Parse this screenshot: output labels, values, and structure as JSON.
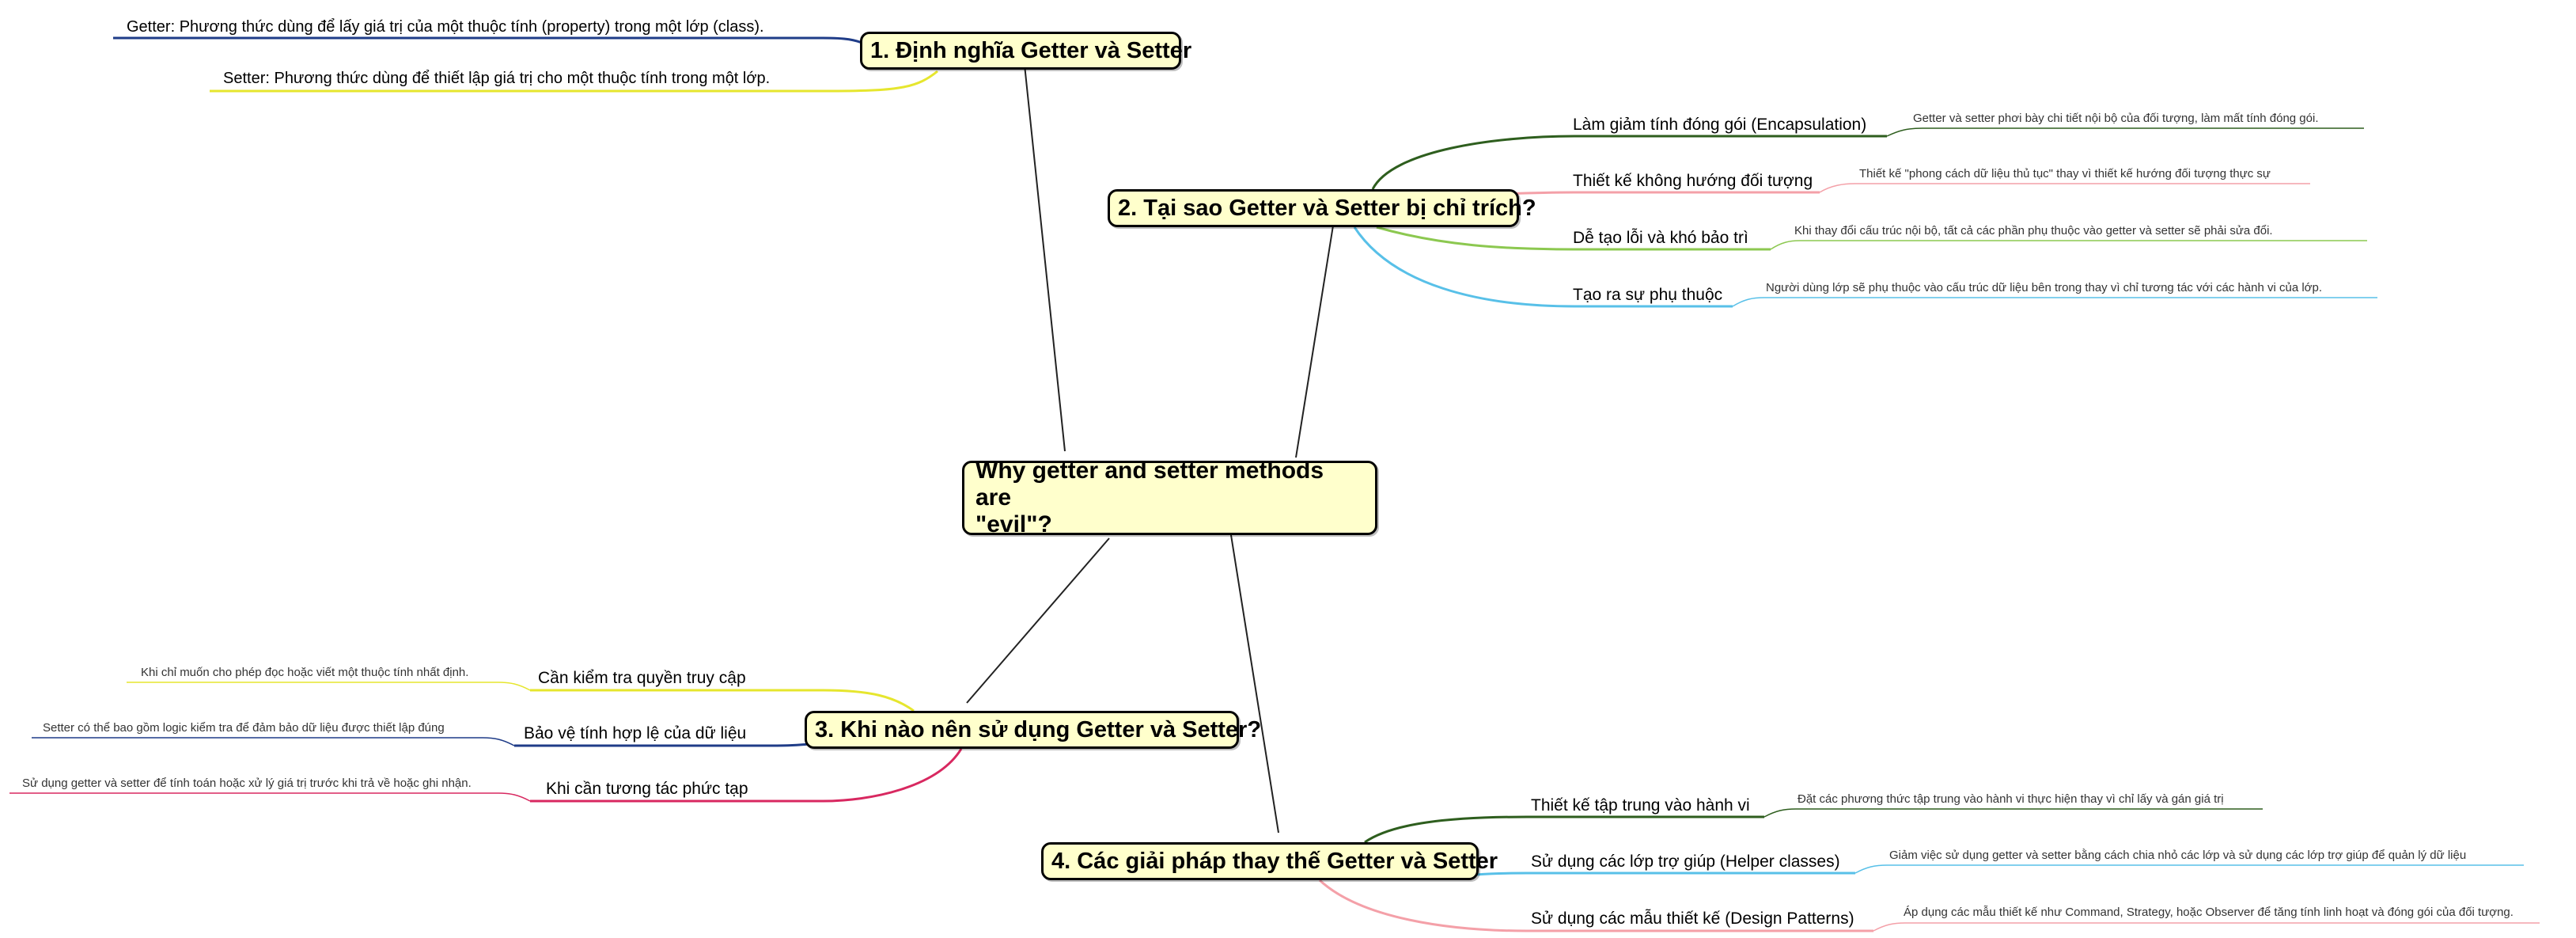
{
  "root": {
    "line1": "Why getter and setter methods are",
    "line2": "\"evil\"?"
  },
  "topics": [
    {
      "title": "1. Định nghĩa Getter và Setter",
      "children": [
        {
          "label": "Getter: Phương thức dùng để lấy giá trị của một thuộc tính (property) trong một lớp (class).",
          "color": "#1f3c88"
        },
        {
          "label": "Setter: Phương thức dùng để thiết lập giá trị cho một thuộc tính trong một lớp.",
          "color": "#e6e62e"
        }
      ]
    },
    {
      "title": "2. Tại sao Getter và Setter bị chỉ trích?",
      "children": [
        {
          "label": "Làm giảm tính đóng gói (Encapsulation)",
          "note": "Getter và setter phơi bày chi tiết nội bộ của đối tượng, làm mất tính đóng gói.",
          "color": "#2e5e1e"
        },
        {
          "label": "Thiết kế không hướng đối tượng",
          "note": "Thiết kế \"phong cách dữ liệu thủ tục\" thay vì thiết kế hướng đối tượng thực sự",
          "color": "#f4a0a8"
        },
        {
          "label": "Dễ tạo lỗi và khó bảo trì",
          "note": "Khi thay đổi cấu trúc nội bộ, tất cả các phần phụ thuộc vào getter và setter sẽ phải sửa đổi.",
          "color": "#8cc850"
        },
        {
          "label": "Tạo ra sự phụ thuộc",
          "note": "Người dùng lớp sẽ phụ thuộc vào cấu trúc dữ liệu bên trong thay vì chỉ tương tác với các hành vi của lớp.",
          "color": "#58c0e8"
        }
      ]
    },
    {
      "title": "3. Khi nào nên sử dụng Getter và Setter?",
      "children": [
        {
          "label": "Cần kiểm tra quyền truy cập",
          "note": "Khi chỉ muốn cho phép đọc hoặc viết một thuộc tính nhất định.",
          "color": "#e6e62e"
        },
        {
          "label": "Bảo vệ tính hợp lệ của dữ liệu",
          "note": "Setter có thể bao gồm logic kiểm tra để đảm bảo dữ liệu được thiết lập đúng",
          "color": "#1f3c88"
        },
        {
          "label": "Khi cần tương tác phức tạp",
          "note": "Sử dụng getter và setter để tính toán hoặc xử lý giá trị trước khi trả về hoặc ghi nhận.",
          "color": "#d82860"
        }
      ]
    },
    {
      "title": "4. Các giải pháp thay thế Getter và Setter",
      "children": [
        {
          "label": "Thiết kế tập trung vào hành vi",
          "note": "Đặt các phương thức tập trung vào hành vi thực hiện thay vì chỉ lấy và gán giá trị",
          "color": "#2e5e1e"
        },
        {
          "label": "Sử dụng các lớp trợ giúp (Helper classes)",
          "note": "Giảm việc sử dụng getter và setter bằng cách chia nhỏ các lớp và sử dụng các lớp trợ giúp để quản lý dữ liệu",
          "color": "#58c0e8"
        },
        {
          "label": "Sử dụng các mẫu thiết kế (Design Patterns)",
          "note": "Áp dụng các mẫu thiết kế như Command, Strategy, hoặc Observer để tăng tính linh hoạt và đóng gói của đối tượng.",
          "color": "#f4a0a8"
        }
      ]
    }
  ]
}
